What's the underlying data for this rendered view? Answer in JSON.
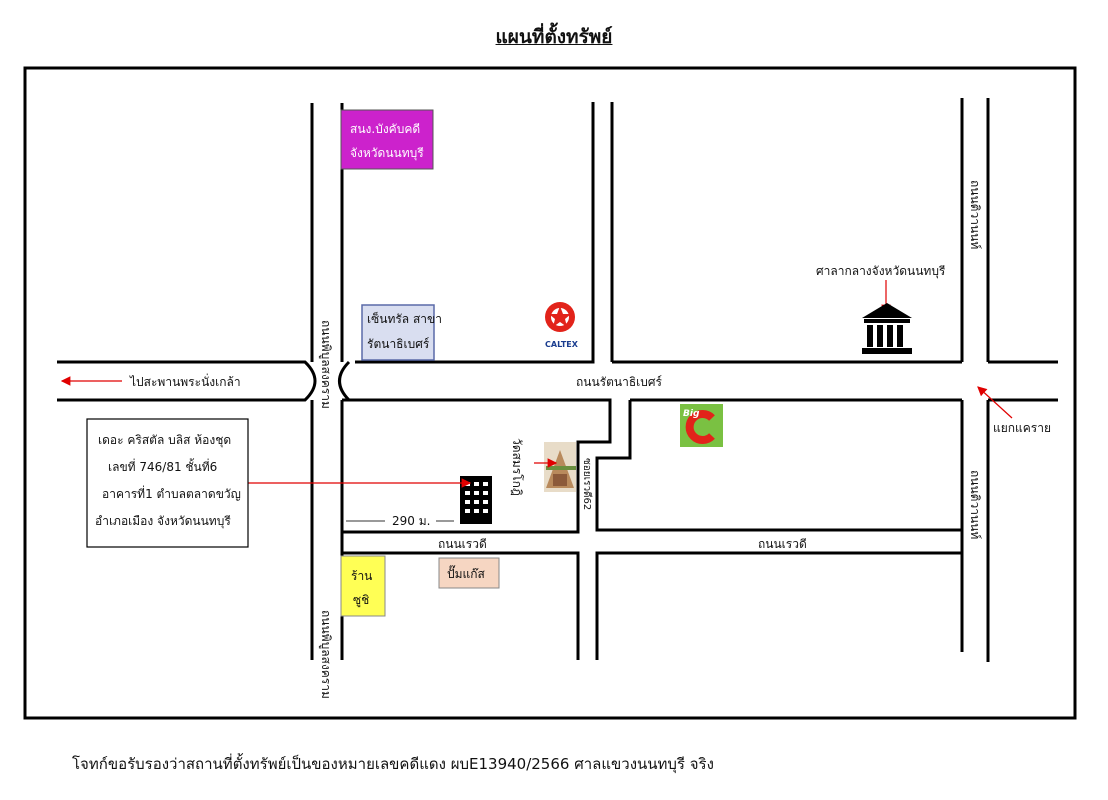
{
  "title": "แผนที่ตั้งทรัพย์",
  "roads": {
    "west_vertical": "ถนนพิบูลสงคราม",
    "east_vertical": "ถนนติวานนท์",
    "main_horizontal": "ถนนรัตนาธิเบศร์",
    "south_horizontal": "ถนนเรวดี",
    "soi": "ซอยเรวดี62"
  },
  "places": {
    "court_office": [
      "สนง.บังคับคดี",
      "จังหวัดนนทบุรี"
    ],
    "central": [
      "เซ็นทรัล สาขา",
      "รัตนาธิเบศร์"
    ],
    "city_hall": "ศาลากลางจังหวัดนนทบุรี",
    "temple": "วัดสมรโกฎิ",
    "sushi": [
      "ร้าน",
      "ซูชิ"
    ],
    "gas": "ปั๊มแก๊ส",
    "caltex": "CALTEX",
    "bigc": "Big"
  },
  "directions": {
    "to_bridge": "ไปสะพานพระนั่งเกล้า",
    "intersection": "แยกแคราย"
  },
  "distance": "290 ม.",
  "property_info": [
    "เดอะ คริสตัล บลิส ห้องชุด",
    "เลขที่ 746/81 ชั้นที่6",
    "อาคารที่1 ตำบลตลาดขวัญ",
    "อำเภอเมือง จังหวัดนนทบุรี"
  ],
  "footer": "โจทก์ขอรับรองว่าสถานที่ตั้งทรัพย์เป็นของหมายเลขคดีแดง ผบE13940/2566 ศาลแขวงนนทบุรี จริง",
  "colors": {
    "court_office": "#cc22cc",
    "central": "#d9def0",
    "sushi": "#ffff55",
    "gas": "#f6d6c2",
    "bigc_bg": "#7ac142",
    "bigc_c": "#e2231a",
    "arrow": "#e00000"
  }
}
